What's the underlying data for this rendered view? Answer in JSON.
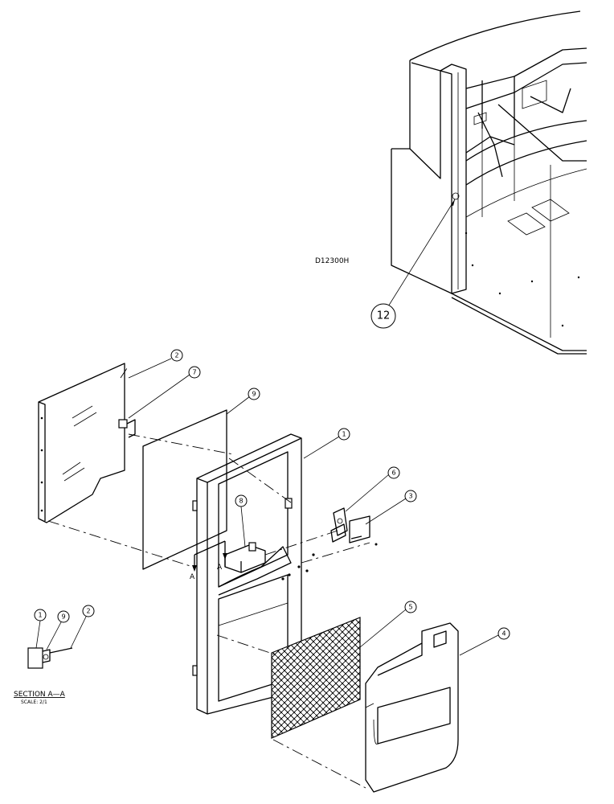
{
  "drawing_number": "D12300H",
  "section": {
    "title": "SECTION A—A",
    "scale": "SCALE: 2/1"
  },
  "section_markers": [
    "A",
    "A"
  ],
  "balloons": {
    "b12": "12",
    "b2": "2",
    "b7": "7",
    "b9": "9",
    "b1": "1",
    "b6": "6",
    "b3": "3",
    "b8": "8",
    "b5": "5",
    "b4": "4",
    "sec1": "1",
    "sec9": "9",
    "sec2": "2"
  }
}
